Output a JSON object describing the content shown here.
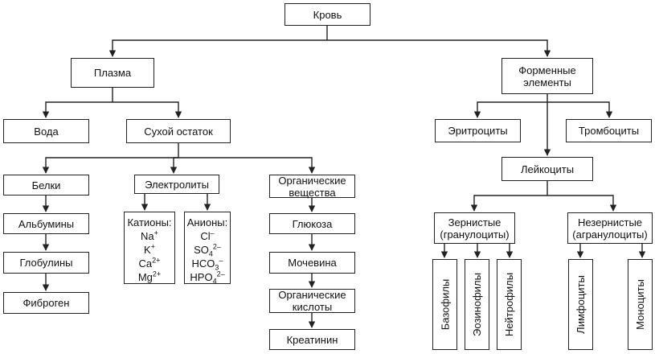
{
  "nodes": {
    "blood": "Кровь",
    "plasma": "Плазма",
    "formed": [
      "Форменные",
      "элементы"
    ],
    "water": "Вода",
    "dry": "Сухой остаток",
    "proteins": "Белки",
    "albumins": "Альбумины",
    "globulins": "Глобулины",
    "fibrinogen": "Фиброген",
    "electrolytes": "Электролиты",
    "cations": {
      "title": "Катионы:",
      "items": [
        {
          "base": "Na",
          "sup": "+",
          "sub": ""
        },
        {
          "base": "K",
          "sup": "+",
          "sub": ""
        },
        {
          "base": "Ca",
          "sup": "2+",
          "sub": ""
        },
        {
          "base": "Mg",
          "sup": "2+",
          "sub": ""
        }
      ]
    },
    "anions": {
      "title": "Анионы:",
      "items": [
        {
          "base": "Cl",
          "sup": "–",
          "sub": ""
        },
        {
          "base": "SO",
          "sub": "4",
          "sup": "2–"
        },
        {
          "base": "HCO",
          "sub": "3",
          "sup": "–"
        },
        {
          "base": "HPO",
          "sub": "4",
          "sup": "2–"
        }
      ]
    },
    "organic": [
      "Органические",
      "вещества"
    ],
    "glucose": "Глюкоза",
    "urea": "Мочевина",
    "organic_acids": [
      "Органические",
      "кислоты"
    ],
    "creatinine": "Креатинин",
    "erythrocytes": "Эритроциты",
    "platelets": "Тромбоциты",
    "leukocytes": "Лейкоциты",
    "granular": [
      "Зернистые",
      "(гранулоциты)"
    ],
    "agranular": [
      "Незернистые",
      "(агранулоциты)"
    ],
    "basophils": "Базофилы",
    "eosinophils": "Эозинофилы",
    "neutrophils": "Нейтрофилы",
    "lymphocytes": "Лимфоциты",
    "monocytes": "Моноциты"
  }
}
